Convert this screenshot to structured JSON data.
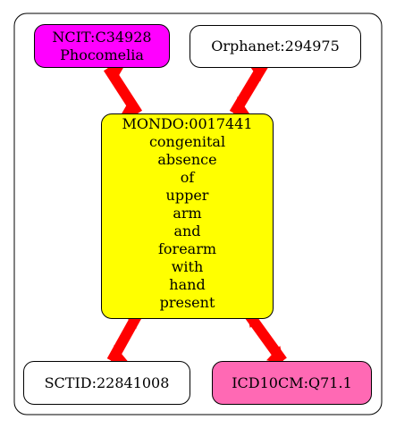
{
  "nodes": {
    "ncit": {
      "id": "NCIT:C34928",
      "label": "Phocomelia",
      "color": "#ff00ff"
    },
    "orphanet": {
      "id": "Orphanet:294975",
      "color": "#ffffff"
    },
    "mondo": {
      "id": "MONDO:0017441",
      "lines": [
        "congenital",
        "absence",
        "of",
        "upper",
        "arm",
        "and",
        "forearm",
        "with",
        "hand",
        "present"
      ],
      "color": "#ffff00"
    },
    "sctid": {
      "id": "SCTID:22841008",
      "color": "#ffffff"
    },
    "icd": {
      "id": "ICD10CM:Q71.1",
      "color": "#ff69b4"
    }
  },
  "edge_color": "#ff0000"
}
